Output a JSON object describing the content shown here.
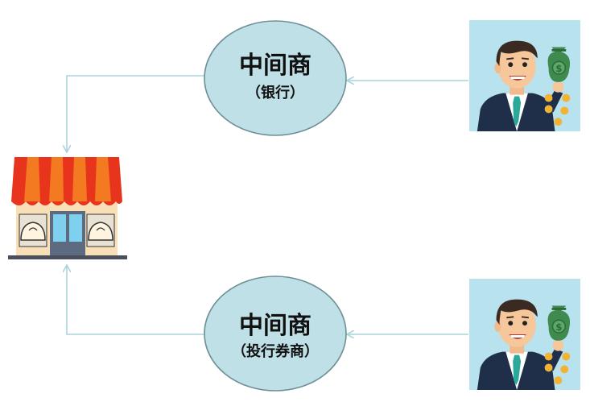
{
  "colors": {
    "ellipse_fill": "#bfe0e6",
    "ellipse_stroke": "#6f8f96",
    "arrow": "#a9d4dc",
    "investor_bg": "#b8e2ee",
    "awning_red": "#e8341c",
    "awning_orange": "#f47a22"
  },
  "top_node": {
    "title": "中间商",
    "subtitle": "（银行）"
  },
  "bottom_node": {
    "title": "中间商",
    "subtitle": "（投行券商）"
  },
  "icons": [
    "store-icon",
    "investor-icon",
    "money-bag-icon",
    "coin-icon"
  ]
}
